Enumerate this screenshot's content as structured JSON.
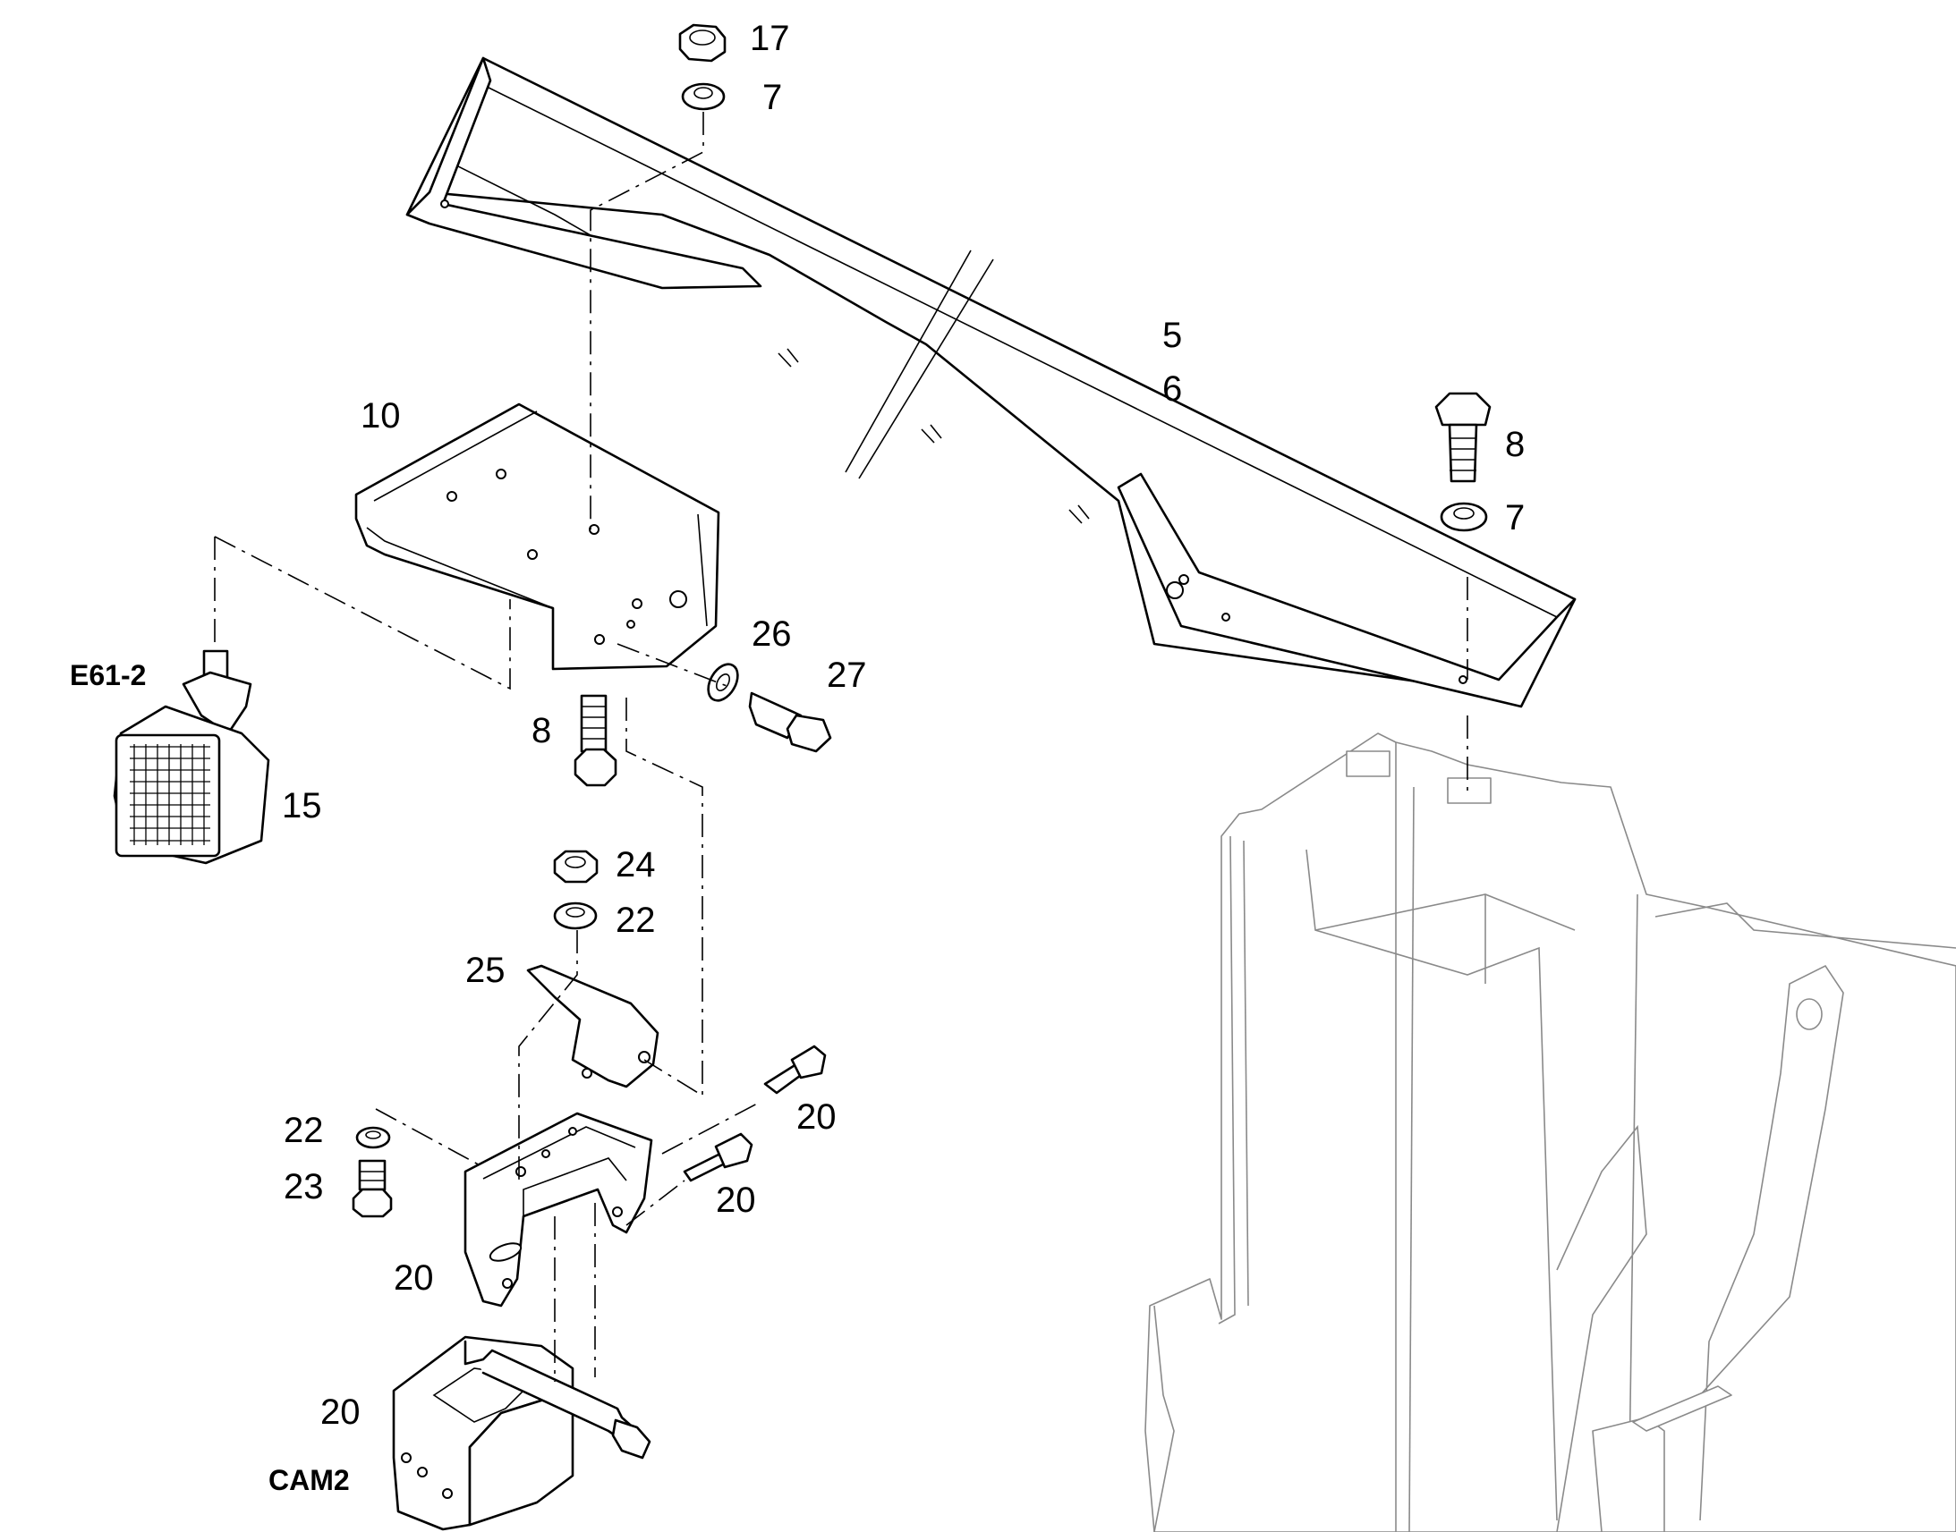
{
  "callouts": {
    "nut_17": "17",
    "washer_7_top": "7",
    "bar_5": "5",
    "bar_6": "6",
    "bracket_10": "10",
    "bolt_8_right": "8",
    "washer_7_right": "7",
    "washer_26": "26",
    "bolt_27": "27",
    "lamp_ref": "E61-2",
    "bolt_8_left": "8",
    "lamp_15": "15",
    "nut_24": "24",
    "washer_22_top": "22",
    "plate_25": "25",
    "screw_20_upper": "20",
    "washer_22_left": "22",
    "bolt_23": "23",
    "screw_20_lower": "20",
    "bracket_20": "20",
    "camera_20": "20",
    "camera_ref": "CAM2"
  }
}
